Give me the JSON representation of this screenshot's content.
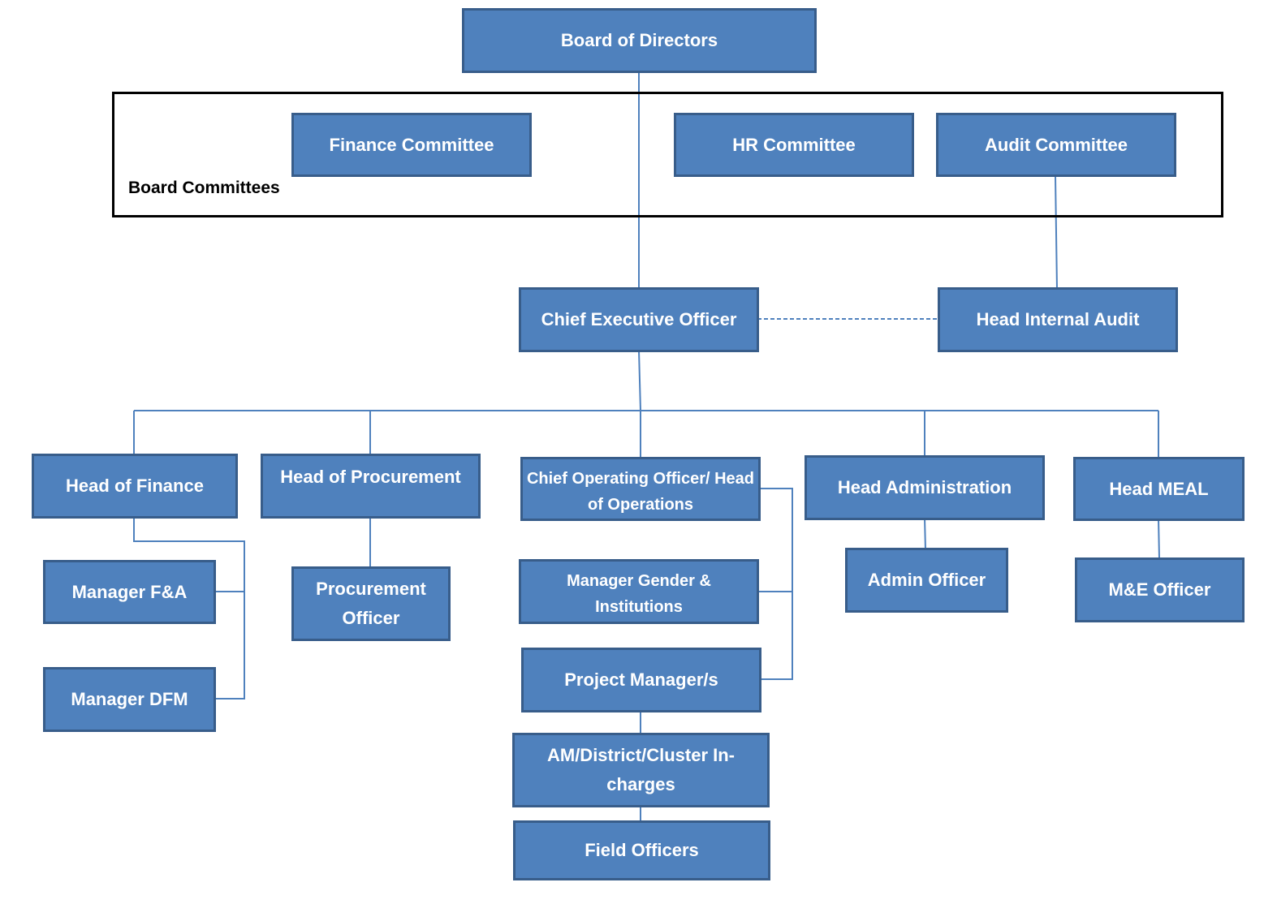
{
  "group": {
    "label": "Board Committees"
  },
  "nodes": {
    "board": "Board of Directors",
    "finance_committee": "Finance Committee",
    "hr_committee": "HR Committee",
    "audit_committee": "Audit Committee",
    "ceo": "Chief Executive Officer",
    "internal_audit": "Head Internal Audit",
    "head_finance": "Head of Finance",
    "head_procurement": "Head of Procurement",
    "coo": "Chief Operating Officer/ Head of Operations",
    "head_admin": "Head Administration",
    "head_meal": "Head MEAL",
    "manager_fa": "Manager F&A",
    "manager_dfm": "Manager DFM",
    "procurement_officer": "Procurement Officer",
    "manager_gender": "Manager Gender & Institutions",
    "project_managers": "Project Manager/s",
    "am_district": "AM/District/Cluster In-charges",
    "field_officers": "Field Officers",
    "admin_officer": "Admin Officer",
    "me_officer": "M&E Officer"
  },
  "colors": {
    "box_fill": "#4f81bd",
    "box_border": "#385d8a",
    "line": "#4f81bd",
    "group_border": "#000000"
  }
}
